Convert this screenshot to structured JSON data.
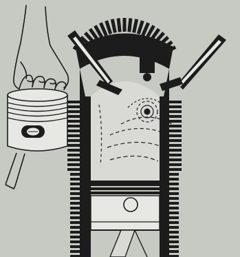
{
  "illustration": {
    "subject": "engine-cylinder-cutaway",
    "components": [
      "hand",
      "loose-piston",
      "connecting-rod",
      "cylinder-head",
      "cooling-fins",
      "intake-valve",
      "exhaust-valve",
      "spark-plug",
      "combustion-chamber",
      "piston-in-bore"
    ]
  },
  "palette": {
    "background": "#c7c9c3",
    "ink": "#1c1c1c",
    "paper": "#e7e8e3"
  }
}
